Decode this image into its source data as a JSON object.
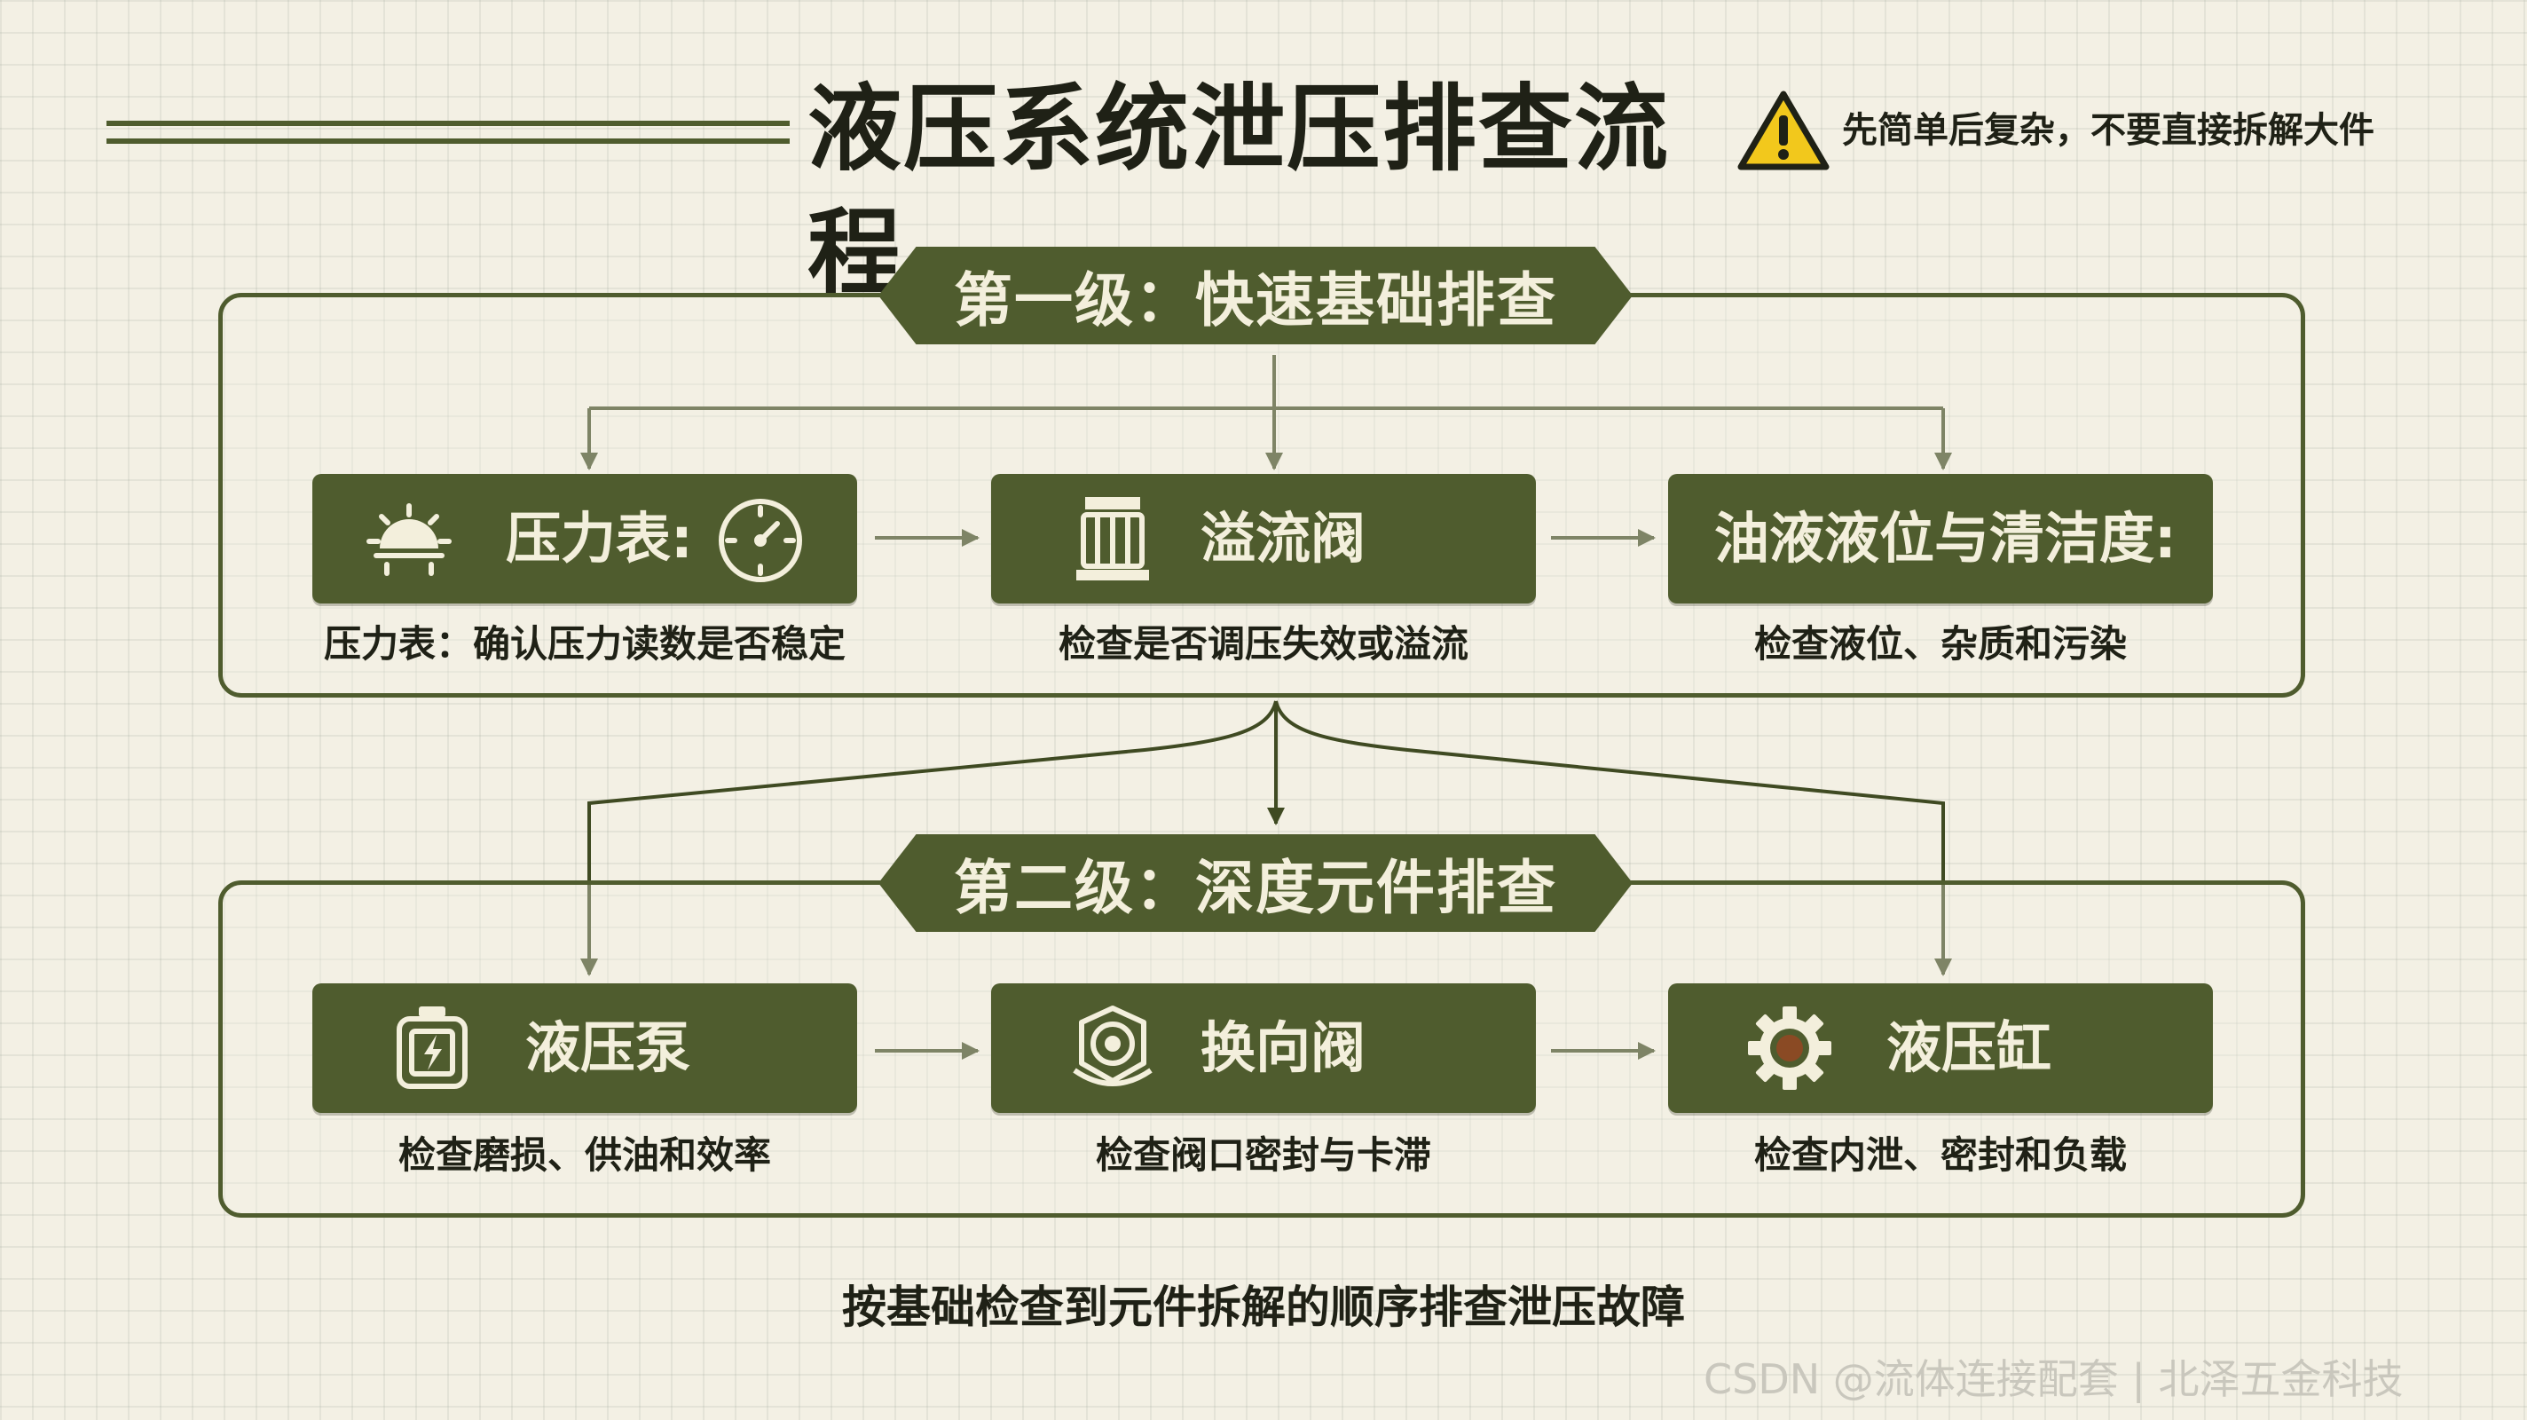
{
  "title": "液压系统泄压排查流程",
  "warning": {
    "icon": "warning-triangle-icon",
    "text": "先简单后复杂，不要直接拆解大件"
  },
  "levels": [
    {
      "label": "第一级：快速基础排查",
      "steps": [
        {
          "title": "压力表:",
          "icon": "gauge-icon",
          "description": "压力表：确认压力读数是否稳定"
        },
        {
          "title": "溢流阀",
          "icon": "relief-valve-icon",
          "description": "检查是否调压失效或溢流"
        },
        {
          "title": "油液液位与清洁度:",
          "icon": "",
          "description": "检查液位、杂质和污染"
        }
      ]
    },
    {
      "label": "第二级：深度元件排查",
      "steps": [
        {
          "title": "液压泵",
          "icon": "hydraulic-pump-icon",
          "description": "检查磨损、供油和效率"
        },
        {
          "title": "换向阀",
          "icon": "directional-valve-icon",
          "description": "检查阀口密封与卡滞"
        },
        {
          "title": "液压缸",
          "icon": "cylinder-gear-icon",
          "description": "检查内泄、密封和负载"
        }
      ]
    }
  ],
  "footer": "按基础检查到元件拆解的顺序排查泄压故障",
  "watermark": "CSDN @流体连接配套 | 北泽五金科技",
  "colors": {
    "primary": "#4f5c2e",
    "card_text": "#f3efdc",
    "background": "#f3f0e4",
    "warning_yellow": "#f2c81c"
  }
}
